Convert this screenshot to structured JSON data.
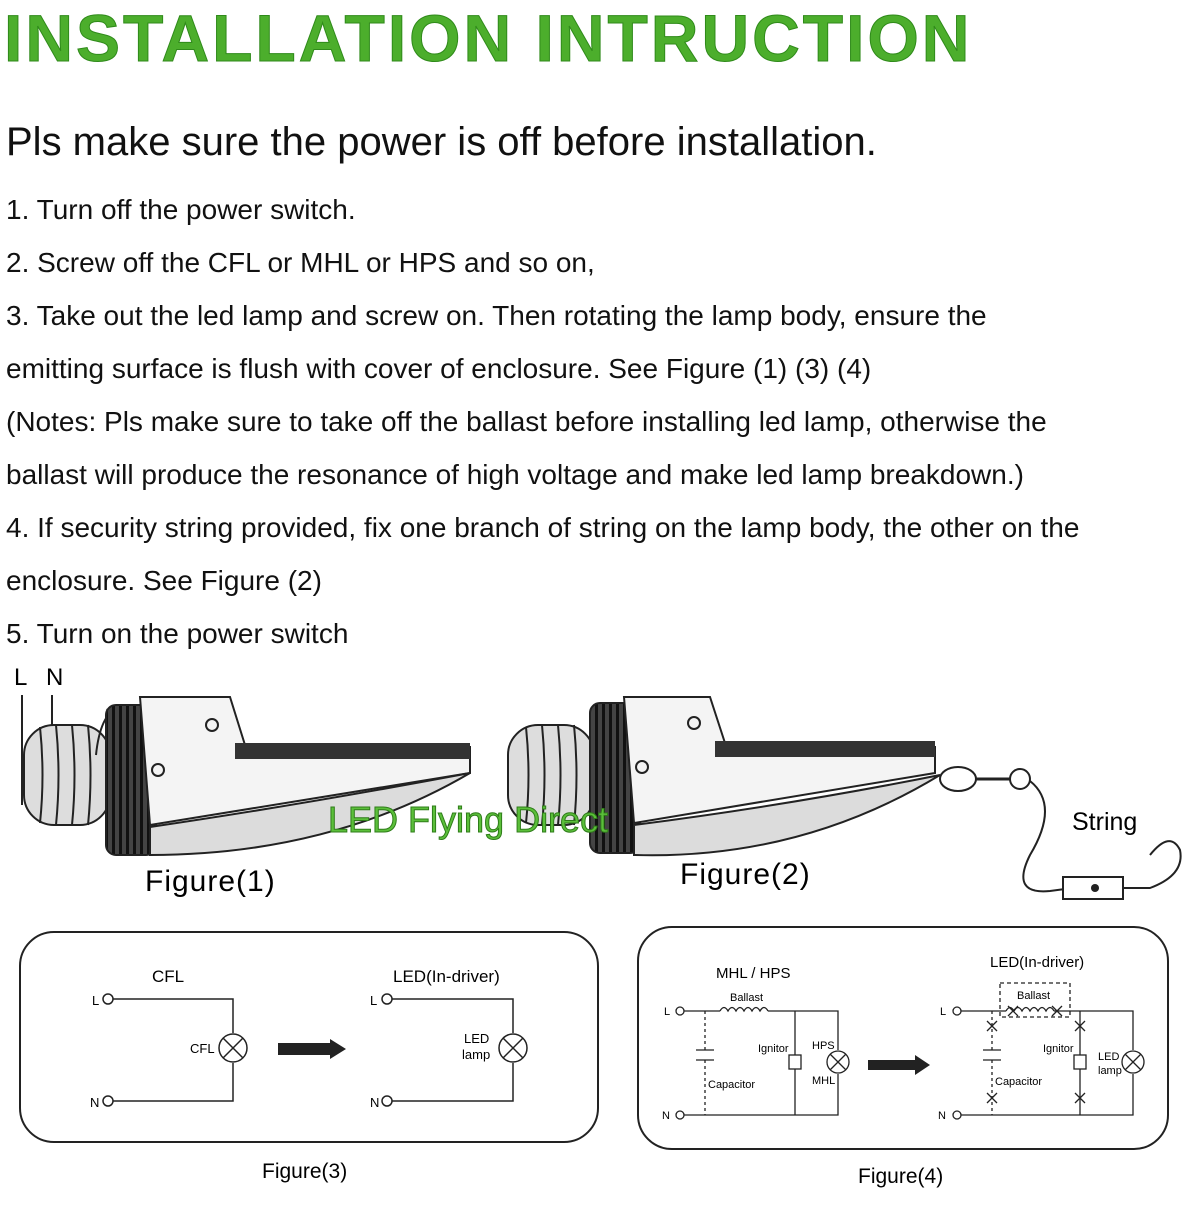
{
  "title": "INSTALLATION  INTRUCTION",
  "subtitle": "Pls make sure the power is off before installation.",
  "steps": [
    "1. Turn off the power switch.",
    "2. Screw off the CFL or MHL or HPS and so on,",
    "3. Take out the led lamp and screw on. Then rotating the lamp body, ensure the",
    "emitting surface is flush with cover of enclosure. See Figure (1) (3) (4)",
    "(Notes: Pls make sure to take off the ballast before installing led lamp, otherwise the",
    "ballast will produce the resonance of high voltage and make led lamp breakdown.)",
    "4. If security string provided, fix one branch of string on the lamp body, the other on the",
    "enclosure. See Figure (2)",
    "5. Turn on the power switch"
  ],
  "figure1": {
    "caption": "Figure(1)",
    "wire_l": "L",
    "wire_n": "N"
  },
  "figure2": {
    "caption": "Figure(2)",
    "string_label": "String"
  },
  "watermark": "LED Flying Direct",
  "figure3": {
    "caption": "Figure(3)",
    "left_title": "CFL",
    "right_title": "LED(In-driver)",
    "l": "L",
    "n": "N",
    "cfl_label": "CFL",
    "led_label_1": "LED",
    "led_label_2": "lamp"
  },
  "figure4": {
    "caption": "Figure(4)",
    "left_title": "MHL / HPS",
    "right_title": "LED(In-driver)",
    "l": "L",
    "n": "N",
    "ballast": "Ballast",
    "ignitor": "Ignitor",
    "capacitor": "Capacitor",
    "hps": "HPS",
    "mhl": "MHL",
    "led_label_1": "LED",
    "led_label_2": "lamp"
  },
  "colors": {
    "title_green": "#4cae2c",
    "watermark_green": "#5bbf3a"
  }
}
